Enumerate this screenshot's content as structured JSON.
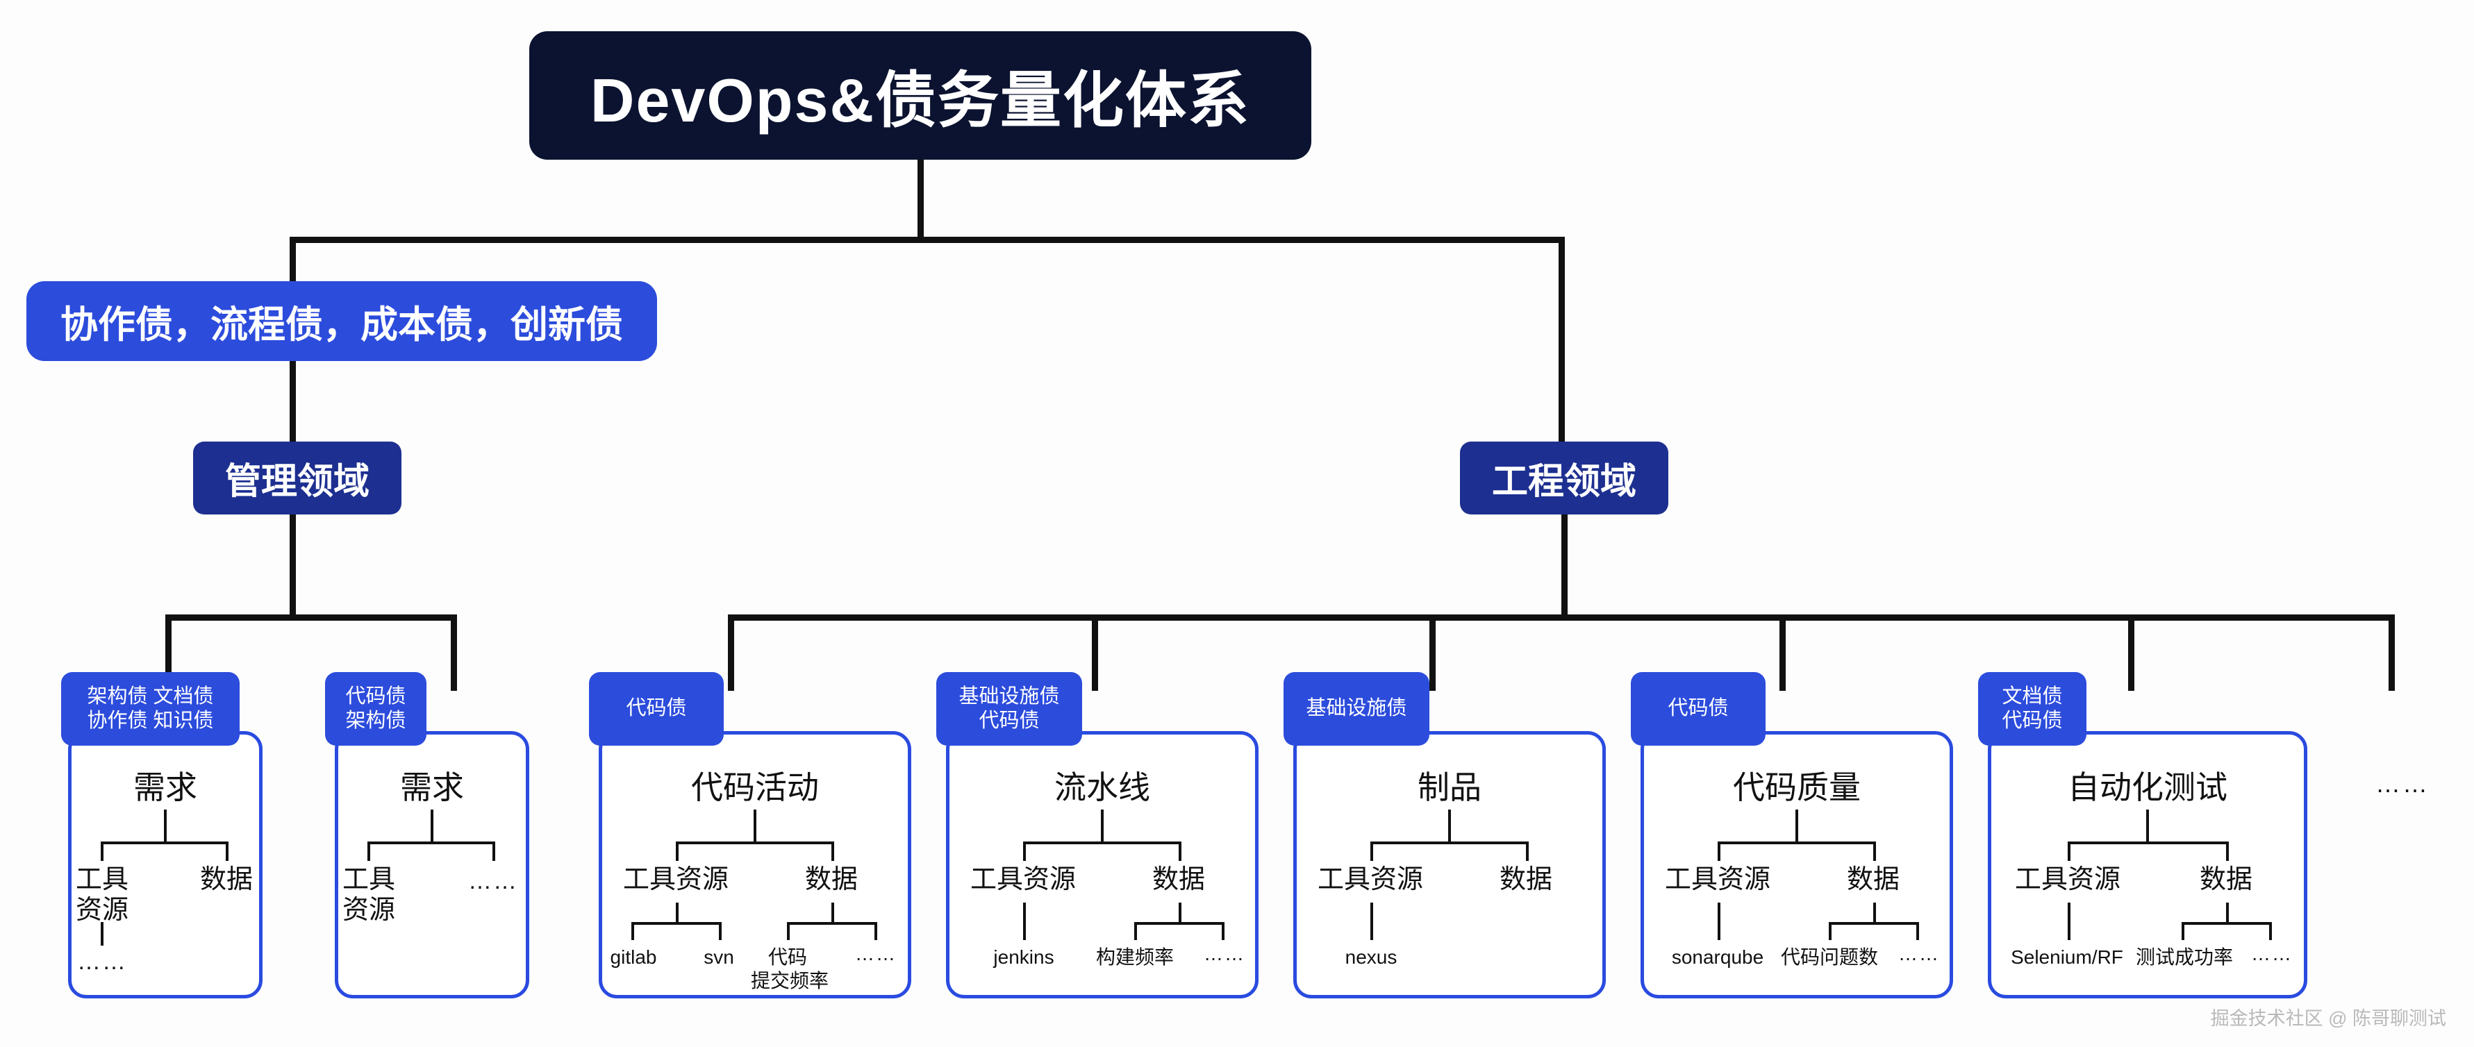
{
  "title": "DevOps&债务量化体系",
  "debt_banner": "协作债，流程债，成本债，创新债",
  "domains": {
    "management": "管理领域",
    "engineering": "工程领域"
  },
  "colors": {
    "title_bg": "#0b1330",
    "banner_bg": "#2c4cdc",
    "domain_bg": "#1d2f90",
    "tag_bg": "#2c4cdc",
    "card_border": "#2a4be0",
    "connector": "#111111",
    "page_bg": "#fdfdfd",
    "watermark": "#b9b9b9"
  },
  "ellipsis": "……",
  "more_indicator": "……",
  "watermark": "掘金技术社区 @ 陈哥聊测试",
  "cards": [
    {
      "tag_lines": [
        "架构债  文档债",
        "协作债  知识债"
      ],
      "title": "需求",
      "branches": [
        {
          "label": "工具\n资源",
          "children": [
            "……"
          ]
        },
        {
          "label": "数据",
          "children": []
        }
      ]
    },
    {
      "tag_lines": [
        "代码债",
        "架构债"
      ],
      "title": "需求",
      "branches": [
        {
          "label": "工具\n资源",
          "children": []
        },
        {
          "label": "……",
          "children": []
        }
      ]
    },
    {
      "tag_lines": [
        "代码债"
      ],
      "title": "代码活动",
      "branches": [
        {
          "label": "工具资源",
          "children": [
            "gitlab",
            "svn"
          ]
        },
        {
          "label": "数据",
          "children": [
            "代码\n提交频率",
            "……"
          ]
        }
      ]
    },
    {
      "tag_lines": [
        "基础设施债",
        "代码债"
      ],
      "title": "流水线",
      "branches": [
        {
          "label": "工具资源",
          "children": [
            "jenkins"
          ]
        },
        {
          "label": "数据",
          "children": [
            "构建频率",
            "……"
          ]
        }
      ]
    },
    {
      "tag_lines": [
        "基础设施债"
      ],
      "title": "制品",
      "branches": [
        {
          "label": "工具资源",
          "children": [
            "nexus"
          ]
        },
        {
          "label": "数据",
          "children": []
        }
      ]
    },
    {
      "tag_lines": [
        "代码债"
      ],
      "title": "代码质量",
      "branches": [
        {
          "label": "工具资源",
          "children": [
            "sonarqube"
          ]
        },
        {
          "label": "数据",
          "children": [
            "代码问题数",
            "……"
          ]
        }
      ]
    },
    {
      "tag_lines": [
        "文档债",
        "代码债"
      ],
      "title": "自动化测试",
      "branches": [
        {
          "label": "工具资源",
          "children": [
            "Selenium/RF"
          ]
        },
        {
          "label": "数据",
          "children": [
            "测试成功率",
            "……"
          ]
        }
      ]
    }
  ]
}
